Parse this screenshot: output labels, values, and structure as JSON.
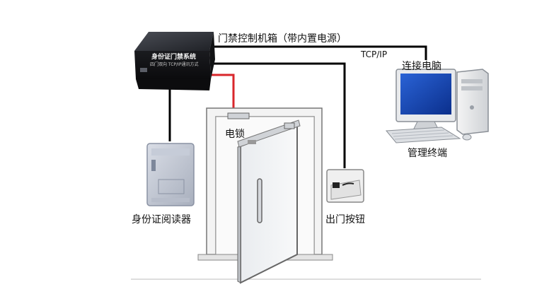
{
  "labels": {
    "controller_box": "门禁控制机箱（带内置电源）",
    "network": "TCP/IP",
    "connect_pc": "连接电脑",
    "electric_lock": "电锁",
    "terminal": "管理终端",
    "id_reader": "身份证阅读器",
    "exit_button": "出门按钮"
  },
  "controller_face": {
    "title": "身份证门禁系统",
    "subtitle": "四门双向  TCP/IP通讯方式"
  },
  "colors": {
    "cable": "#000000",
    "lock_cable": "#d9262b",
    "controller": "#2b2d33"
  }
}
